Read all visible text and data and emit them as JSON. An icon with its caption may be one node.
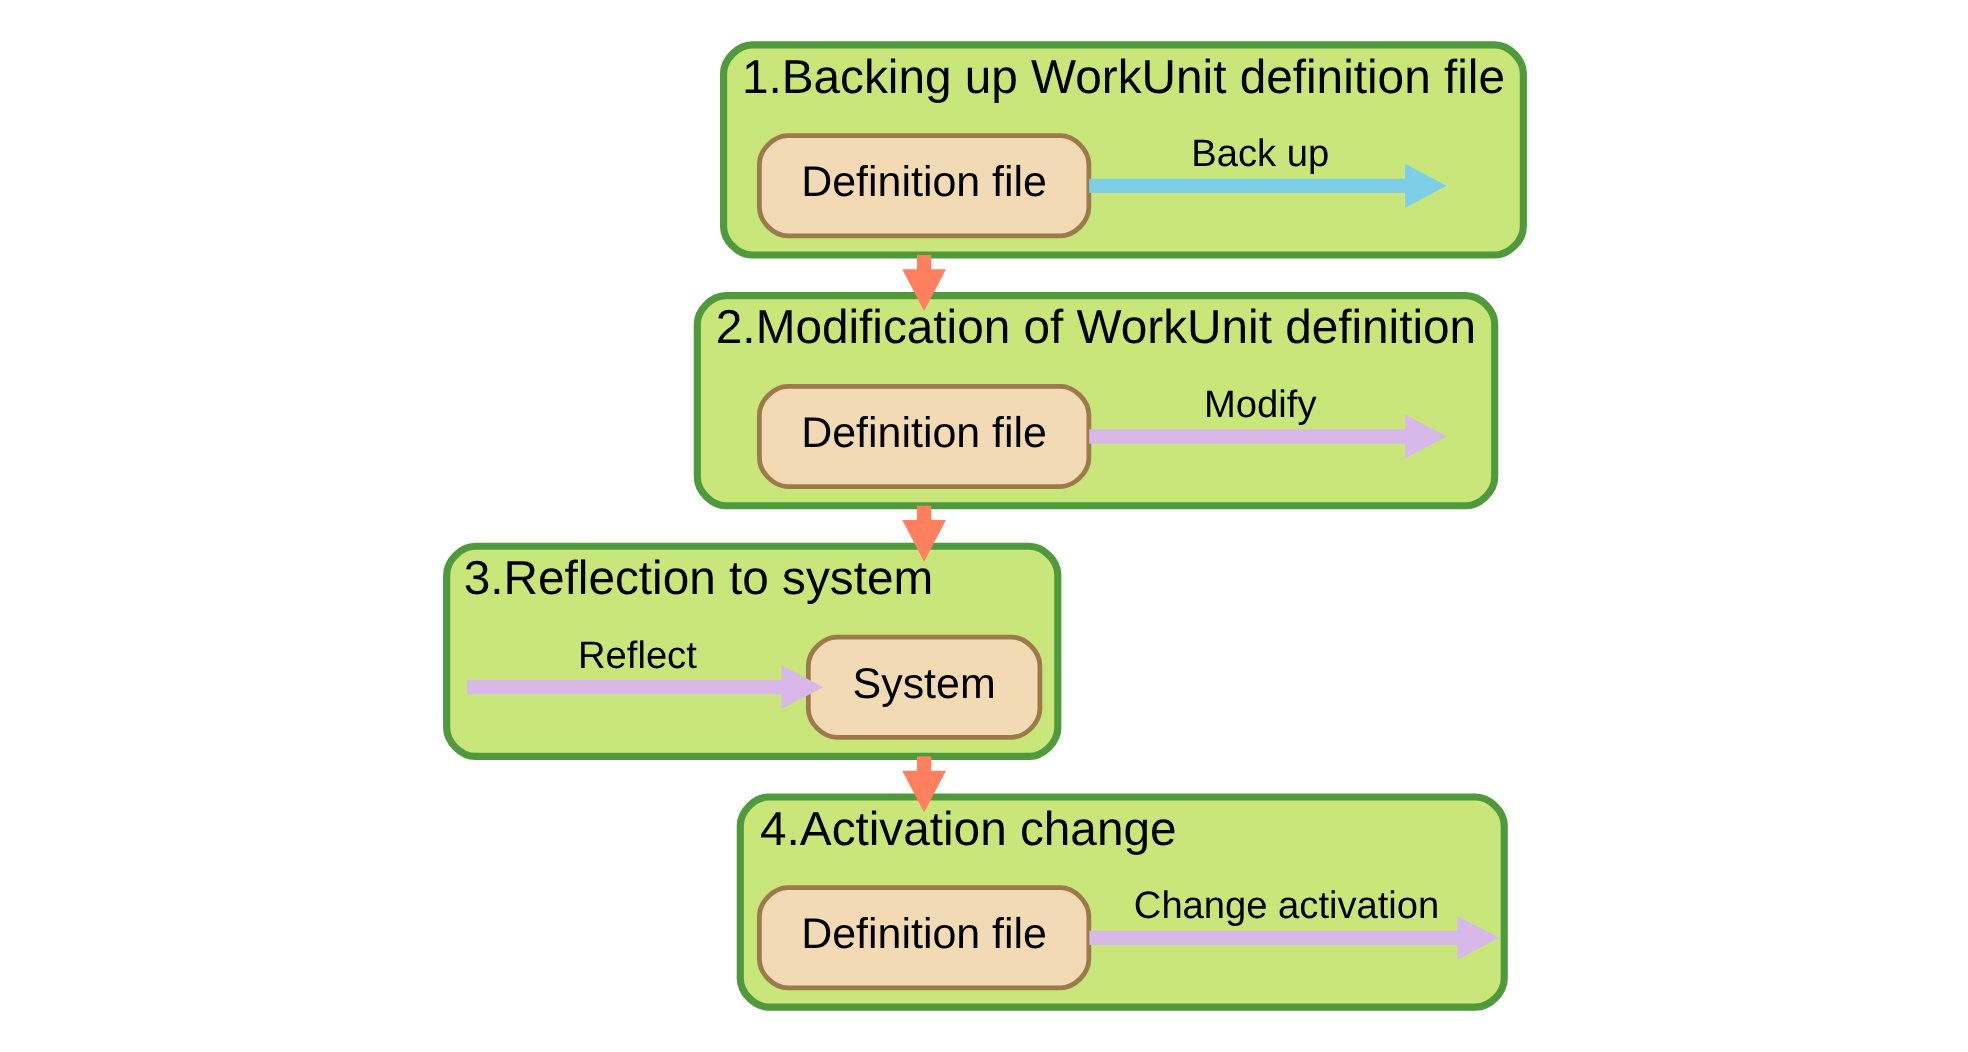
{
  "diagram": {
    "nodes": [
      {
        "text": [
          "1.Backing up WorkUnit definition file"
        ]
      },
      {
        "text": [
          "Definition file"
        ],
        "in": 0
      },
      {
        "text": [
          "2.Modification of WorkUnit definition"
        ]
      },
      {
        "text": [
          "Definition file"
        ],
        "in": 2
      },
      {
        "text": [
          "3.Reflection to system"
        ]
      },
      {
        "text": [
          "System"
        ],
        "in": 4
      },
      {
        "text": [
          "4.Activation change"
        ]
      },
      {
        "text": [
          "Definition file"
        ],
        "in": 6
      }
    ],
    "edges": [
      {
        "from": 1,
        "to": null,
        "arrow": "to",
        "label": "Back up",
        "color": "#7ccfe6"
      },
      {
        "from": 0,
        "to": 2,
        "arrow": "to",
        "color": "#ff7f5f"
      },
      {
        "from": 3,
        "to": null,
        "arrow": "to",
        "label": "Modify",
        "color": "#d8b8e8"
      },
      {
        "from": 2,
        "to": 4,
        "arrow": "to",
        "color": "#ff7f5f"
      },
      {
        "from": null,
        "to": 5,
        "arrow": "to",
        "label": "Reflect",
        "color": "#d8b8e8"
      },
      {
        "from": 4,
        "to": 6,
        "arrow": "to",
        "color": "#ff7f5f"
      },
      {
        "from": 7,
        "to": null,
        "arrow": "to",
        "label": "Change activation",
        "color": "#d8b8e8"
      }
    ]
  }
}
